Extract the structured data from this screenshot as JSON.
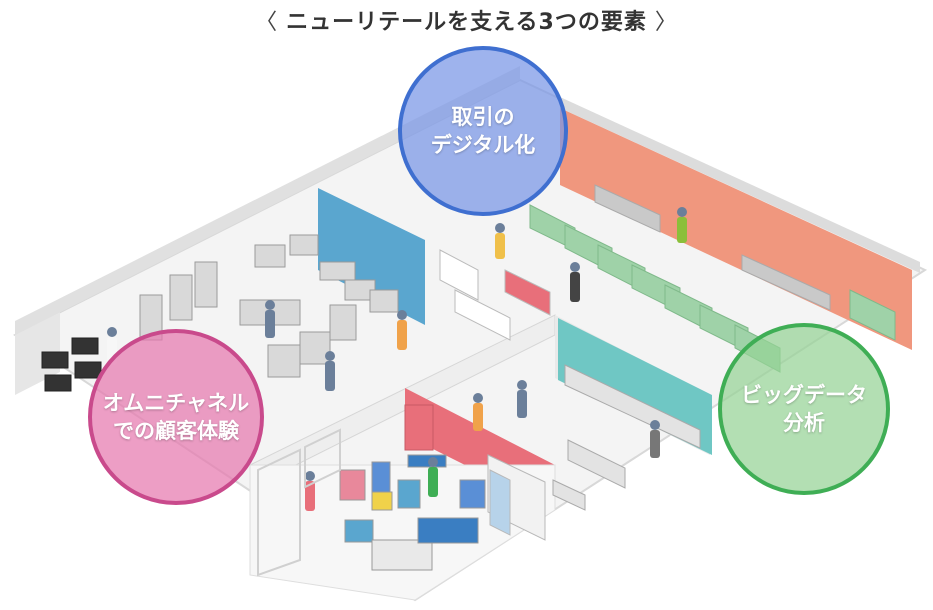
{
  "title": {
    "left_bracket": "〈",
    "text": "ニューリテールを支える3つの要素",
    "right_bracket": "〉"
  },
  "bubbles": {
    "digital": {
      "line1": "取引の",
      "line2": "デジタル化",
      "color": "#3f6fd0"
    },
    "omni": {
      "line1": "オムニチャネル",
      "line2": "での顧客体験",
      "color": "#c94a8c"
    },
    "bigdata": {
      "line1": "ビッグデータ",
      "line2": "分析",
      "color": "#3fae55"
    }
  },
  "colors": {
    "accent_wall": "#f0977e",
    "blue_wall": "#5aa6cf",
    "teal_wall": "#6fc7c4",
    "pink_wall": "#e86f7a"
  }
}
